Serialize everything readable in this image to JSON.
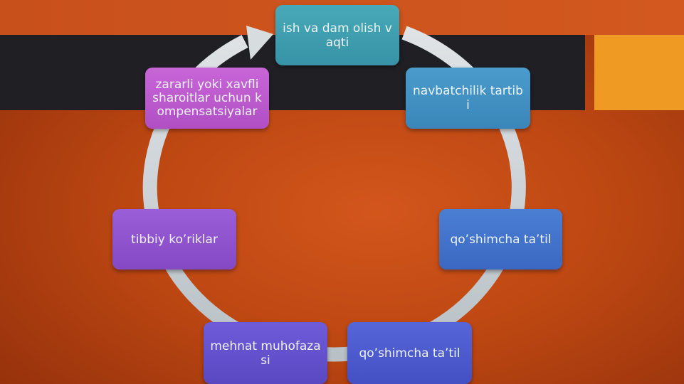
{
  "diagram": {
    "nodes": [
      {
        "label": "ish va dam olish vaqti"
      },
      {
        "label": "navbatchilik tartibi"
      },
      {
        "label": "qo’shimcha ta’til"
      },
      {
        "label": "qo’shimcha ta’til"
      },
      {
        "label": "mehnat muhofazasi"
      },
      {
        "label": "tibbiy ko’riklar"
      },
      {
        "label": "zararli yoki xavfli sharoitlar uchun kompensatsiyalar"
      }
    ]
  },
  "colors": {
    "background": "#bd4712",
    "band_dark": "#1f1f24",
    "band_accent": "#ef9a22",
    "ring": "#c9d0d4"
  }
}
